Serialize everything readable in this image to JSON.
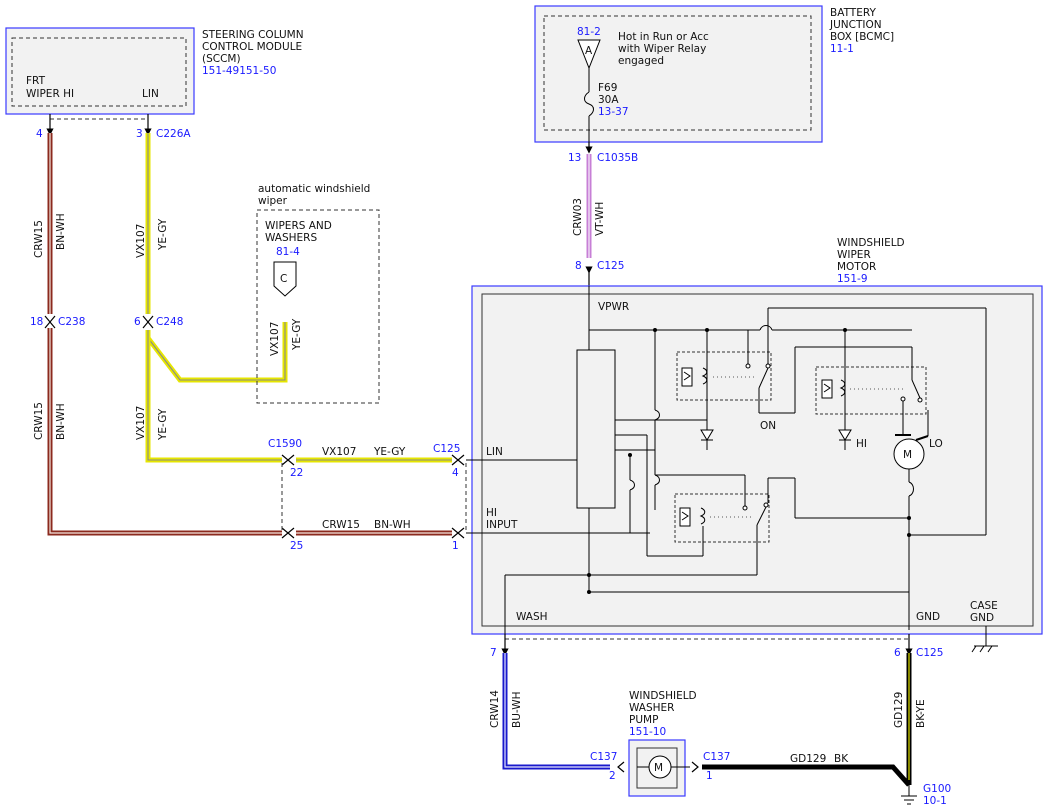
{
  "sccm": {
    "title_lines": [
      "STEERING COLUMN",
      "CONTROL MODULE",
      "(SCCM)"
    ],
    "ref": "151-49151-50",
    "pin_frt_wiper_hi": [
      "FRT",
      "WIPER HI"
    ],
    "pin_lin": "LIN"
  },
  "bcmc": {
    "title_lines": [
      "BATTERY",
      "JUNCTION",
      "BOX [BCMC]"
    ],
    "ref": "11-1",
    "source_ref": "81-2",
    "source_letter": "A",
    "note_lines": [
      "Hot in Run or Acc",
      "with Wiper Relay",
      "engaged"
    ],
    "fuse_name": "F69",
    "fuse_rating": "30A",
    "fuse_ref": "13-37"
  },
  "auto_wiper": {
    "title_lines": [
      "automatic windshield",
      "wiper"
    ],
    "box_lines": [
      "WIPERS AND",
      "WASHERS"
    ],
    "ref": "81-4",
    "letter": "C",
    "wire_code": "VX107",
    "wire_color": "YE-GY"
  },
  "motor": {
    "title_lines": [
      "WINDSHIELD",
      "WIPER",
      "MOTOR"
    ],
    "ref": "151-9",
    "vpwr": "VPWR",
    "lin": "LIN",
    "hi_input": [
      "HI",
      "INPUT"
    ],
    "wash": "WASH",
    "gnd": "GND",
    "on": "ON",
    "hi": "HI",
    "lo": "LO",
    "motor_letter": "M"
  },
  "case_gnd": [
    "CASE",
    "GND"
  ],
  "pump": {
    "title_lines": [
      "WINDSHIELD",
      "WASHER",
      "PUMP"
    ],
    "ref": "151-10",
    "motor_letter": "M"
  },
  "ground": {
    "name": "G100",
    "ref": "10-1"
  },
  "connectors": {
    "c226a": {
      "name": "C226A",
      "pin_hi": "4",
      "pin_lin": "3"
    },
    "c238": {
      "name": "C238",
      "pin": "18"
    },
    "c248": {
      "name": "C248",
      "pin": "6"
    },
    "c1035b": {
      "name": "C1035B",
      "pin": "13"
    },
    "c125_top": {
      "name": "C125",
      "pin": "8"
    },
    "c1590": {
      "name": "C1590",
      "pin_22": "22",
      "pin_25": "25"
    },
    "c125_mid": {
      "name": "C125",
      "pin_4": "4",
      "pin_1": "1"
    },
    "c125_bottom": {
      "name": "C125",
      "pin_7": "7",
      "pin_6": "6"
    },
    "c137_left": {
      "name": "C137",
      "pin": "2"
    },
    "c137_right": {
      "name": "C137",
      "pin": "1"
    }
  },
  "wires": {
    "crw15": "CRW15",
    "bn_wh": "BN-WH",
    "vx107": "VX107",
    "ye_gy": "YE-GY",
    "crw03": "CRW03",
    "vt_wh": "VT-WH",
    "crw14": "CRW14",
    "bu_wh": "BU-WH",
    "gd129": "GD129",
    "bk_ye": "BK-YE",
    "bk": "BK"
  },
  "colors": {
    "bn_wh": "#8b2a1e",
    "ye_gy": "#e6e600",
    "vt_wh": "#c77fd6",
    "bu_wh": "#1a1acc",
    "bk": "#000000",
    "link_blue": "#1a1aff",
    "module_border": "#3a3aff"
  }
}
